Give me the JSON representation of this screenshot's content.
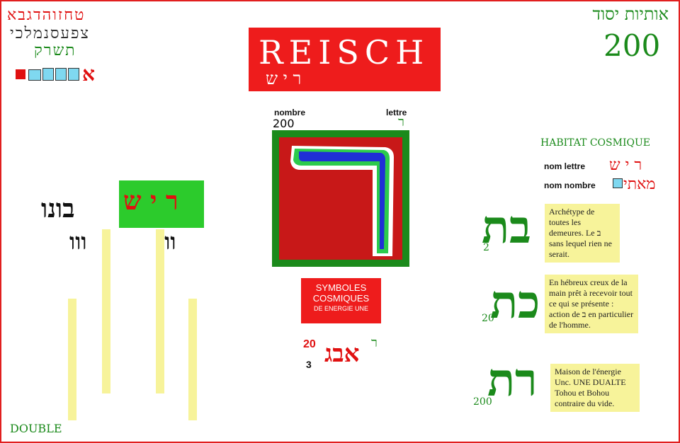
{
  "alphabet": {
    "row1": "טחזוהדגבא",
    "row2": "צפעסנמלכי",
    "row3": "תשרק",
    "row4_icons": "א"
  },
  "header_right": {
    "hebrew_title": "אותיות יסוד",
    "number": "200"
  },
  "title": {
    "word": "REISCH",
    "hebrew_sub": "ר י ש"
  },
  "center": {
    "label_number": "nombre",
    "label_letter": "lettre",
    "number_value": "200",
    "letter_value": "ר",
    "big_letter": "ר"
  },
  "symbols_box": {
    "line1": "SYMBOLES",
    "line2": "COSMIQUES",
    "line3": "DE ENERGIE UNE"
  },
  "small_numbers": {
    "n20": "20",
    "n3": "3",
    "hebrew_small": "ר",
    "hebrew_mid": "אבג"
  },
  "habitat": {
    "title": "HABITAT COSMIQUE",
    "nom_lettre_label": "nom  lettre",
    "nom_lettre_value": "ר י ש",
    "nom_nombre_label": "nom  nombre",
    "nom_nombre_value": "מאתי"
  },
  "right_letters": [
    {
      "letter": "בת",
      "number": "2"
    },
    {
      "letter": "כת",
      "number": "20"
    },
    {
      "letter": "רת",
      "number": "200"
    }
  ],
  "notes": [
    "Archétype de toutes les demeures. Le ב sans lequel rien ne serait.",
    "En hébreux creux de la main prêt à recevoir tout ce qui se présente : action de ב en particulier de l'homme.",
    "Maison de l'énergie Unc. UNE DUALTE Tohou et Bohou contraire du vide."
  ],
  "left_diagram": {
    "green_box_text": "ר י ש",
    "word_left": "בונו",
    "stack_text": "ווו"
  },
  "footer": {
    "double": "DOUBLE"
  },
  "colors": {
    "red": "#ee1c1c",
    "green": "#1b8a1b",
    "blue": "#1f2fd6",
    "yellow": "#f7f39a"
  }
}
